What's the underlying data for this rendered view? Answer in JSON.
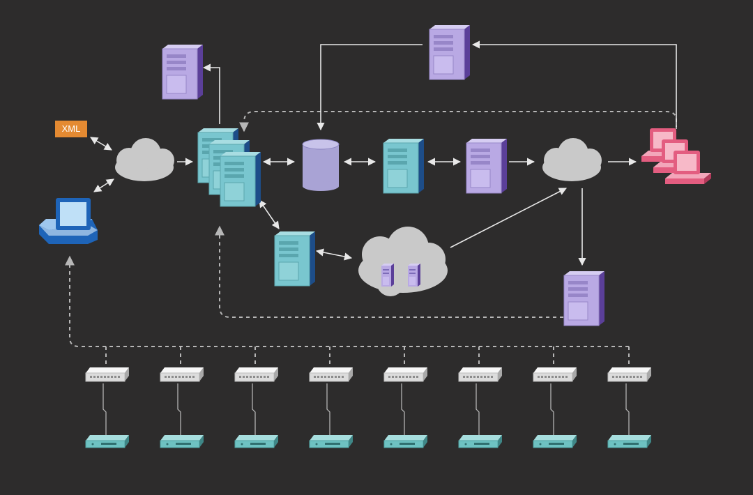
{
  "diagram": {
    "xml_label": "XML"
  },
  "colors": {
    "background": "#2d2c2c",
    "connector": "#e8e8e8",
    "dashed_connector": "#b7b7b7",
    "cloud": "#c9c9c9",
    "server_teal": "#79c6cf",
    "server_teal_side": "#1d4d88",
    "server_purple": "#b9a9e4",
    "server_purple_side": "#5b3f99",
    "database": "#a9a3d5",
    "workstation_blue": "#1e64b8",
    "workstation_pink": "#e35d80",
    "xml_badge": "#e48a32",
    "switch_white": "#eeeeee",
    "switch_teal": "#6ec2c2"
  },
  "icons": [
    "xml-badge",
    "cloud-icon",
    "server-icon",
    "database-icon",
    "workstation-icon",
    "network-switch-icon",
    "dashed-arrow",
    "bidirectional-arrow"
  ]
}
